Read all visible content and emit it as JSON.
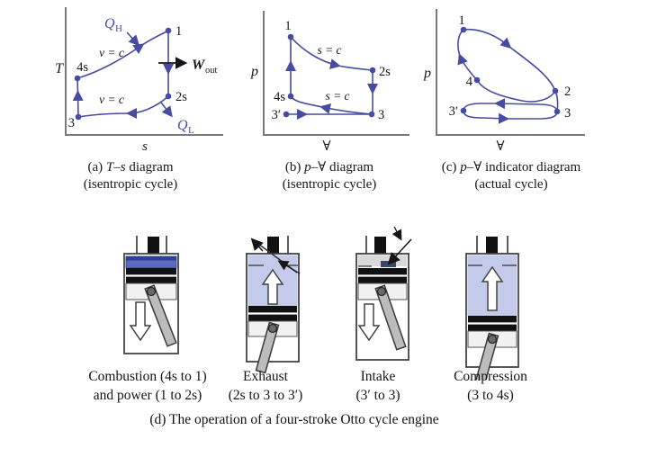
{
  "figure": {
    "colors": {
      "curve_blue": "#474ca0",
      "gas_lavender": "#c4cae9",
      "combustion_blue": "#5b6bc0",
      "combustion_dark": "#2f3f96",
      "axis_gray": "#7a7a7a"
    },
    "diagram_a": {
      "y_axis": "T",
      "x_axis": "s",
      "points": {
        "p1": "1",
        "p2s": "2s",
        "p3": "3",
        "p4s": "4s"
      },
      "curve_labels": {
        "top": "v = c",
        "bottom": "v = c"
      },
      "heat_in": {
        "main": "Q",
        "sub": "H"
      },
      "heat_out": {
        "main": "Q",
        "sub": "L"
      },
      "work": {
        "main": "W",
        "sub": "out"
      },
      "caption": {
        "prefix": "(a) ",
        "math": "T–s",
        "suffix": " diagram",
        "line2": "(isentropic cycle)"
      }
    },
    "diagram_b": {
      "y_axis": "p",
      "x_axis": "∀",
      "points": {
        "p1": "1",
        "p2s": "2s",
        "p4s": "4s",
        "p3prime": "3′",
        "p3": "3"
      },
      "curve_labels": {
        "top": "s = c",
        "bottom": "s = c"
      },
      "caption": {
        "prefix": "(b) ",
        "math": "p–∀",
        "suffix": " diagram",
        "line2": "(isentropic cycle)"
      }
    },
    "diagram_c": {
      "y_axis": "p",
      "x_axis": "∀",
      "points": {
        "p1": "1",
        "p4": "4",
        "p2": "2",
        "p3prime": "3′",
        "p3": "3"
      },
      "caption": {
        "prefix": "(c) ",
        "math": "p–∀",
        "suffix": " indicator diagram",
        "line2": "(actual cycle)"
      }
    },
    "diagram_d": {
      "stages": [
        {
          "line1": "Combustion (4s to 1)",
          "line2": "and power (1 to 2s)"
        },
        {
          "line1": "Exhaust",
          "line2": "(2s to 3 to 3′)"
        },
        {
          "line1": "Intake",
          "line2": "(3′ to 3)"
        },
        {
          "line1": "Compression",
          "line2": "(3 to 4s)"
        }
      ],
      "caption": "(d) The operation of a four-stroke Otto cycle engine"
    }
  }
}
